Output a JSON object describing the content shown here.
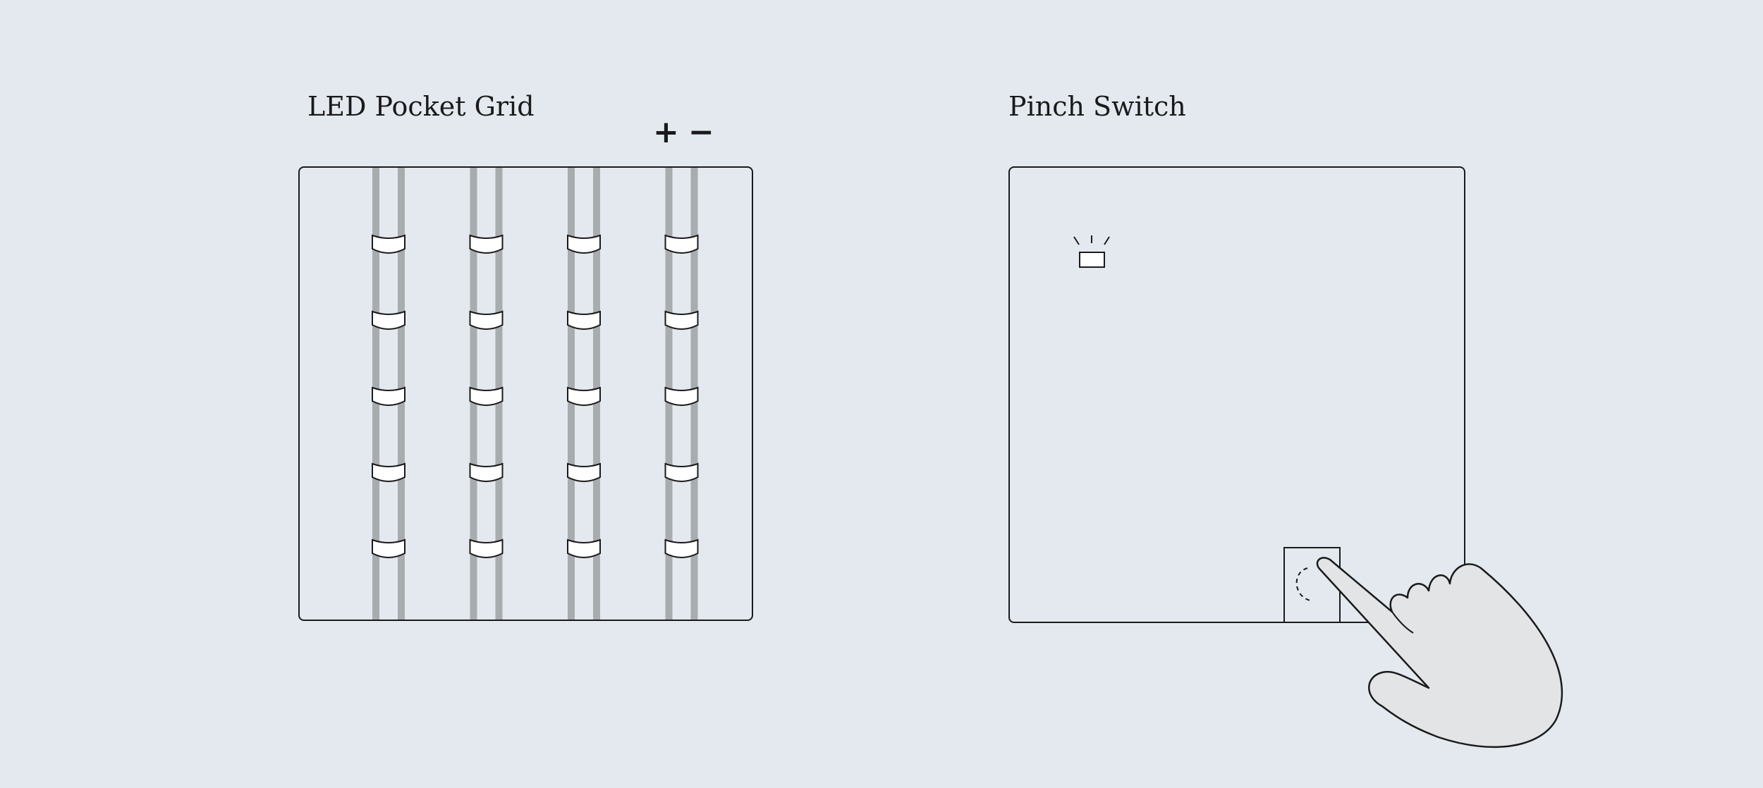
{
  "led_panel": {
    "title": "LED Pocket Grid",
    "plus_label": "+",
    "minus_label": "−",
    "columns": 4,
    "rows": 5
  },
  "switch_panel": {
    "title": "Pinch Switch"
  },
  "colors": {
    "background": "#e3e9ef",
    "outline": "#1a1a1a",
    "trace": "#a9acaf",
    "pocket": "#ffffff",
    "hand_fill": "#e2e4e6"
  },
  "icons": [
    "led-pocket-icon",
    "indicator-led-icon",
    "pointing-hand-icon"
  ]
}
